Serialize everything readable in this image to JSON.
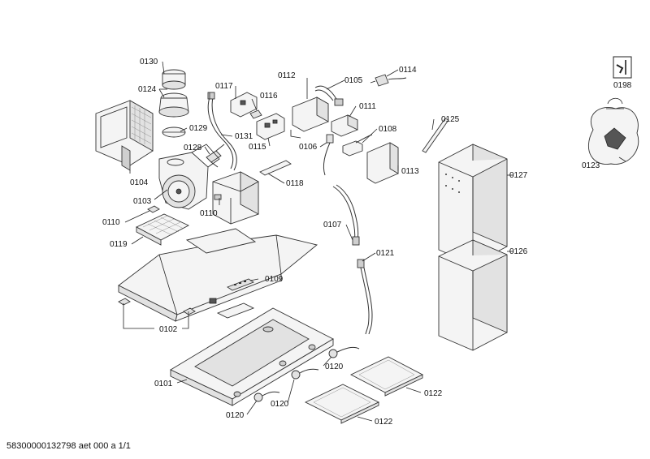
{
  "labels": {
    "p0130": "0130",
    "p0124": "0124",
    "p0129": "0129",
    "p0128": "0128",
    "p0104": "0104",
    "p0103": "0103",
    "p0117": "0117",
    "p0116": "0116",
    "p0131": "0131",
    "p0115": "0115",
    "p0112": "0112",
    "p0105": "0105",
    "p0114": "0114",
    "p0111": "0111",
    "p0108": "0108",
    "p0106": "0106",
    "p0113": "0113",
    "p0118": "0118",
    "p0110a": "0110",
    "p0110b": "0110",
    "p0119": "0119",
    "p0107": "0107",
    "p0121": "0121",
    "p0125": "0125",
    "p0127": "0127",
    "p0126": "0126",
    "p0109": "0109",
    "p0102": "0102",
    "p0101": "0101",
    "p0120a": "0120",
    "p0120b": "0120",
    "p0120c": "0120",
    "p0122a": "0122",
    "p0122b": "0122",
    "p0198": "0198",
    "p0123": "0123"
  },
  "footer": "58300000132798 aet 000 a 1/1"
}
